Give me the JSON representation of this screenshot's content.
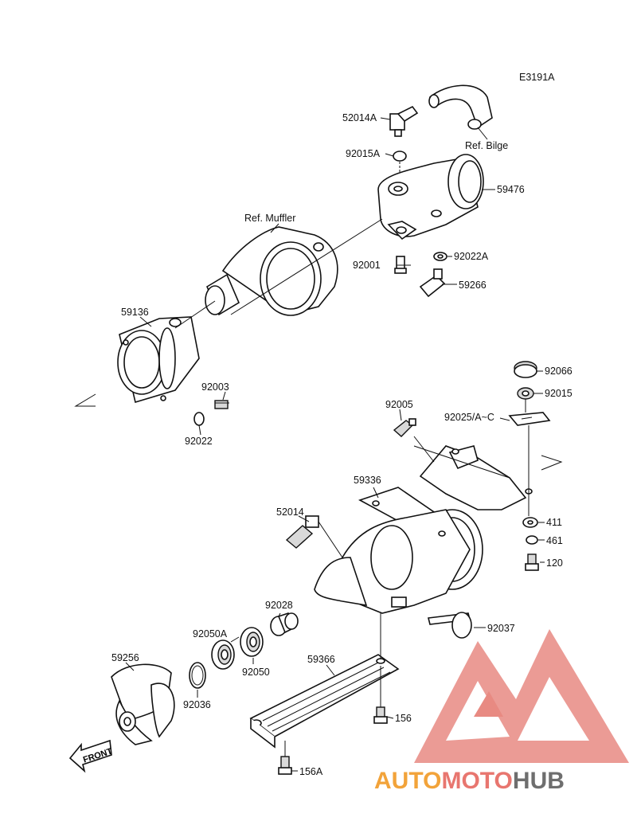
{
  "diagram_code": "E3191A",
  "references": {
    "bilge": "Ref. Bilge",
    "muffler": "Ref. Muffler"
  },
  "front_arrow_label": "FRONT",
  "parts": {
    "p52014A": "52014A",
    "p92015A": "92015A",
    "p59476": "59476",
    "p92001": "92001",
    "p92022A": "92022A",
    "p59266": "59266",
    "p59136": "59136",
    "p92003": "92003",
    "p92022": "92022",
    "p92066": "92066",
    "p92015": "92015",
    "p92005": "92005",
    "p92025": "92025/A~C",
    "p59336": "59336",
    "p52014": "52014",
    "p411": "411",
    "p461": "461",
    "p120": "120",
    "p92028": "92028",
    "p92050A": "92050A",
    "p92037": "92037",
    "p59256": "59256",
    "p92050": "92050",
    "p92036": "92036",
    "p59366": "59366",
    "p156": "156",
    "p156A": "156A"
  },
  "watermark": {
    "part1": "AUTO",
    "part2": "MOTO",
    "part3": "HUB",
    "colors": {
      "orange": "#f2a33a",
      "red": "#e8766f",
      "gray": "#6e6e6e"
    }
  }
}
